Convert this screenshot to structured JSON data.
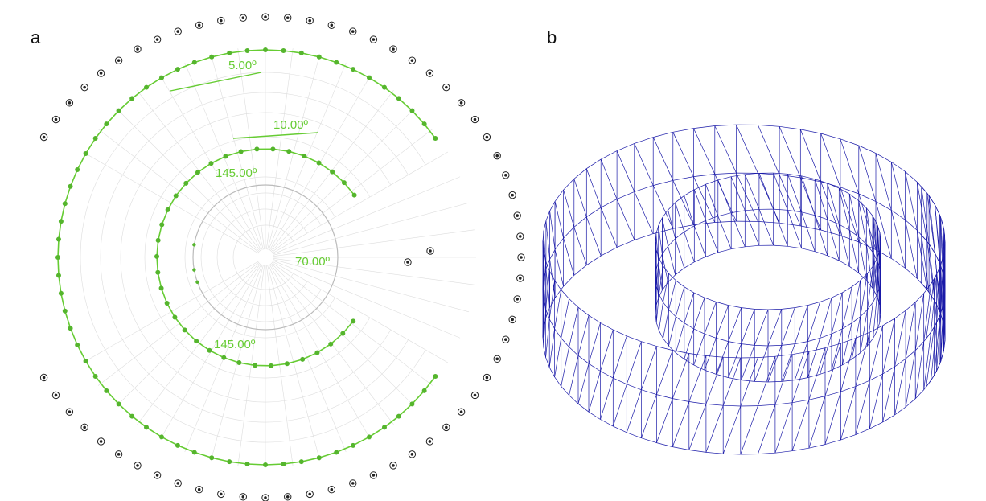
{
  "panels": {
    "a": {
      "label": "a"
    },
    "b": {
      "label": "b"
    }
  },
  "angles": {
    "outer_top": "5.00º",
    "inner_top": "10.00º",
    "inner_upper": "145.00º",
    "core_right": "70.00º",
    "inner_lower": "145.00º"
  },
  "colors": {
    "green": "#66cc33",
    "green_node": "#55b52d",
    "grid": "#dddddd",
    "mesh": "#1a1aa8",
    "support": "#222222"
  }
}
